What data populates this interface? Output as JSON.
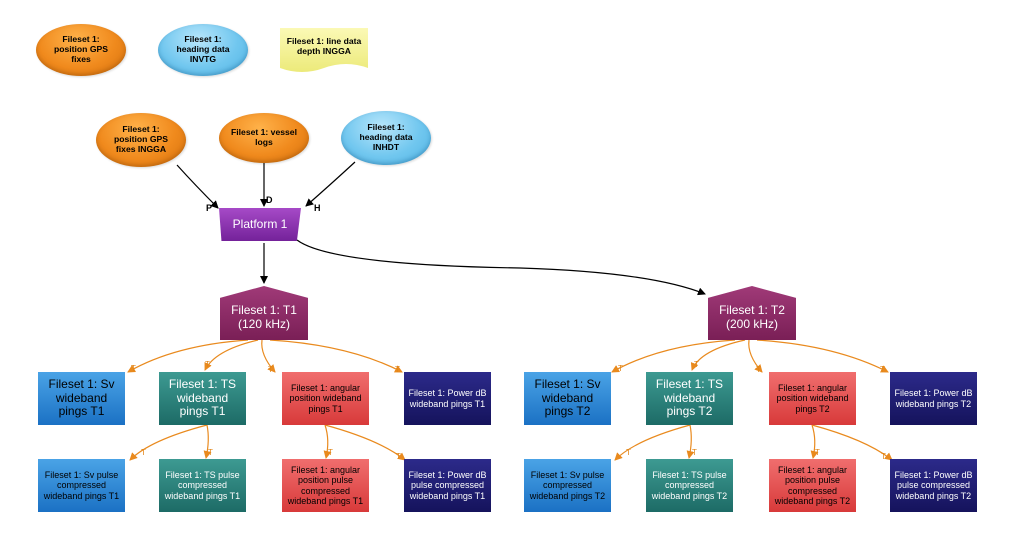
{
  "legend": {
    "gps": "Fileset 1: position GPS fixes",
    "heading": "Fileset 1: heading data INVTG",
    "line": "Fileset 1: line data depth INGGA"
  },
  "inputs": {
    "gps": "Fileset 1: position GPS fixes INGGA",
    "vessel": "Fileset 1: vessel logs",
    "heading": "Fileset 1: heading data INHDT"
  },
  "platform": "Platform 1",
  "edge_labels": {
    "p": "P",
    "d": "D",
    "h": "H",
    "t": "T"
  },
  "t1": {
    "title": "Fileset 1: T1",
    "freq": "(120 kHz)",
    "sv": "Fileset 1: Sv wideband pings T1",
    "ts": "Fileset 1: TS wideband pings T1",
    "ang": "Fileset 1: angular position wideband pings T1",
    "pow": "Fileset 1: Power dB wideband pings T1",
    "sv_pc": "Fileset 1: Sv pulse compressed wideband pings T1",
    "ts_pc": "Fileset 1: TS pulse compressed wideband pings T1",
    "ang_pc": "Fileset 1: angular position pulse compressed wideband pings T1",
    "pow_pc": "Fileset 1: Power dB pulse compressed wideband pings T1"
  },
  "t2": {
    "title": "Fileset 1: T2",
    "freq": "(200 kHz)",
    "sv": "Fileset 1: Sv wideband pings T2",
    "ts": "Fileset 1: TS wideband pings T2",
    "ang": "Fileset 1: angular position wideband pings T2",
    "pow": "Fileset 1: Power dB wideband pings T2",
    "sv_pc": "Fileset 1: Sv pulse compressed wideband pings T2",
    "ts_pc": "Fileset 1: TS pulse compressed wideband pings T2",
    "ang_pc": "Fileset 1: angular position pulse compressed wideband pings T2",
    "pow_pc": "Fileset 1: Power dB pulse compressed wideband pings T2"
  },
  "colors": {
    "orange": "#f08a1d",
    "blue": "#71c7ef",
    "yellow": "#ecea7a",
    "purple": "#74229a",
    "maroon": "#7a1f56",
    "sv": "#1b71c4",
    "ts": "#1d6b66",
    "angular": "#d83a3a",
    "power": "#15135c",
    "edge_black": "#000000",
    "edge_orange": "#e98a1e"
  }
}
